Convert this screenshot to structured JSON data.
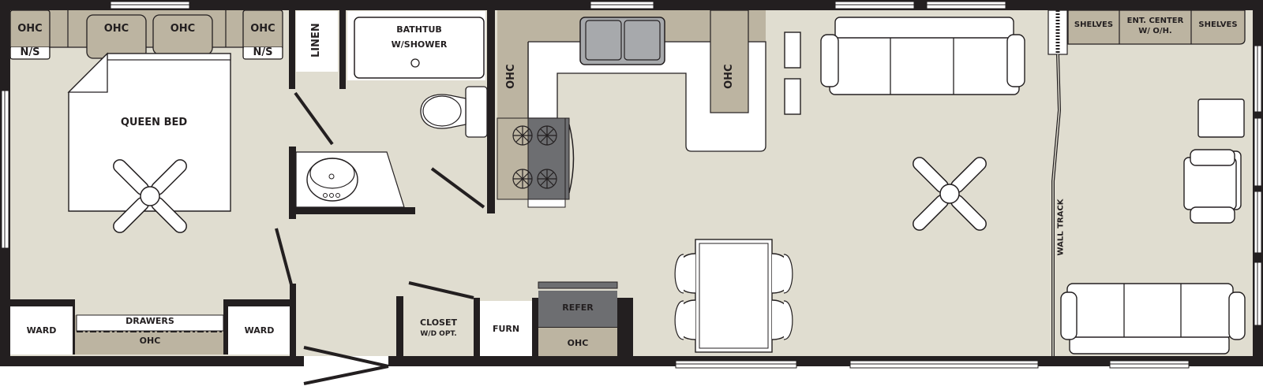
{
  "colors": {
    "floor": "#e0ddd0",
    "cabinet": "#bcb4a1",
    "wall": "#231f20",
    "fixture": "#ffffff",
    "appliance_dark": "#6d6e71",
    "sink_grey": "#a7a9ac"
  },
  "bedroom": {
    "ohc_left": "OHC",
    "ns_left": "N/S",
    "ohc_head_1": "OHC",
    "ohc_head_2": "OHC",
    "ohc_right": "OHC",
    "ns_right": "N/S",
    "bed_label": "QUEEN BED",
    "ward_left": "WARD",
    "ward_right": "WARD",
    "drawers": "DRAWERS",
    "ohc_bottom": "OHC"
  },
  "bath": {
    "linen": "LINEN",
    "bathtub_line1": "BATHTUB",
    "bathtub_line2": "W/SHOWER"
  },
  "kitchen": {
    "ohc_left": "OHC",
    "ohc_right": "OHC",
    "refer": "REFER",
    "ohc_under_refer": "OHC"
  },
  "utility": {
    "closet_line1": "CLOSET",
    "closet_line2": "W/D OPT.",
    "furn": "FURN"
  },
  "living": {
    "shelves_left": "SHELVES",
    "ent_center_line1": "ENT. CENTER",
    "ent_center_line2": "W/ O/H.",
    "shelves_right": "SHELVES",
    "wall_track": "WALL TRACK"
  }
}
